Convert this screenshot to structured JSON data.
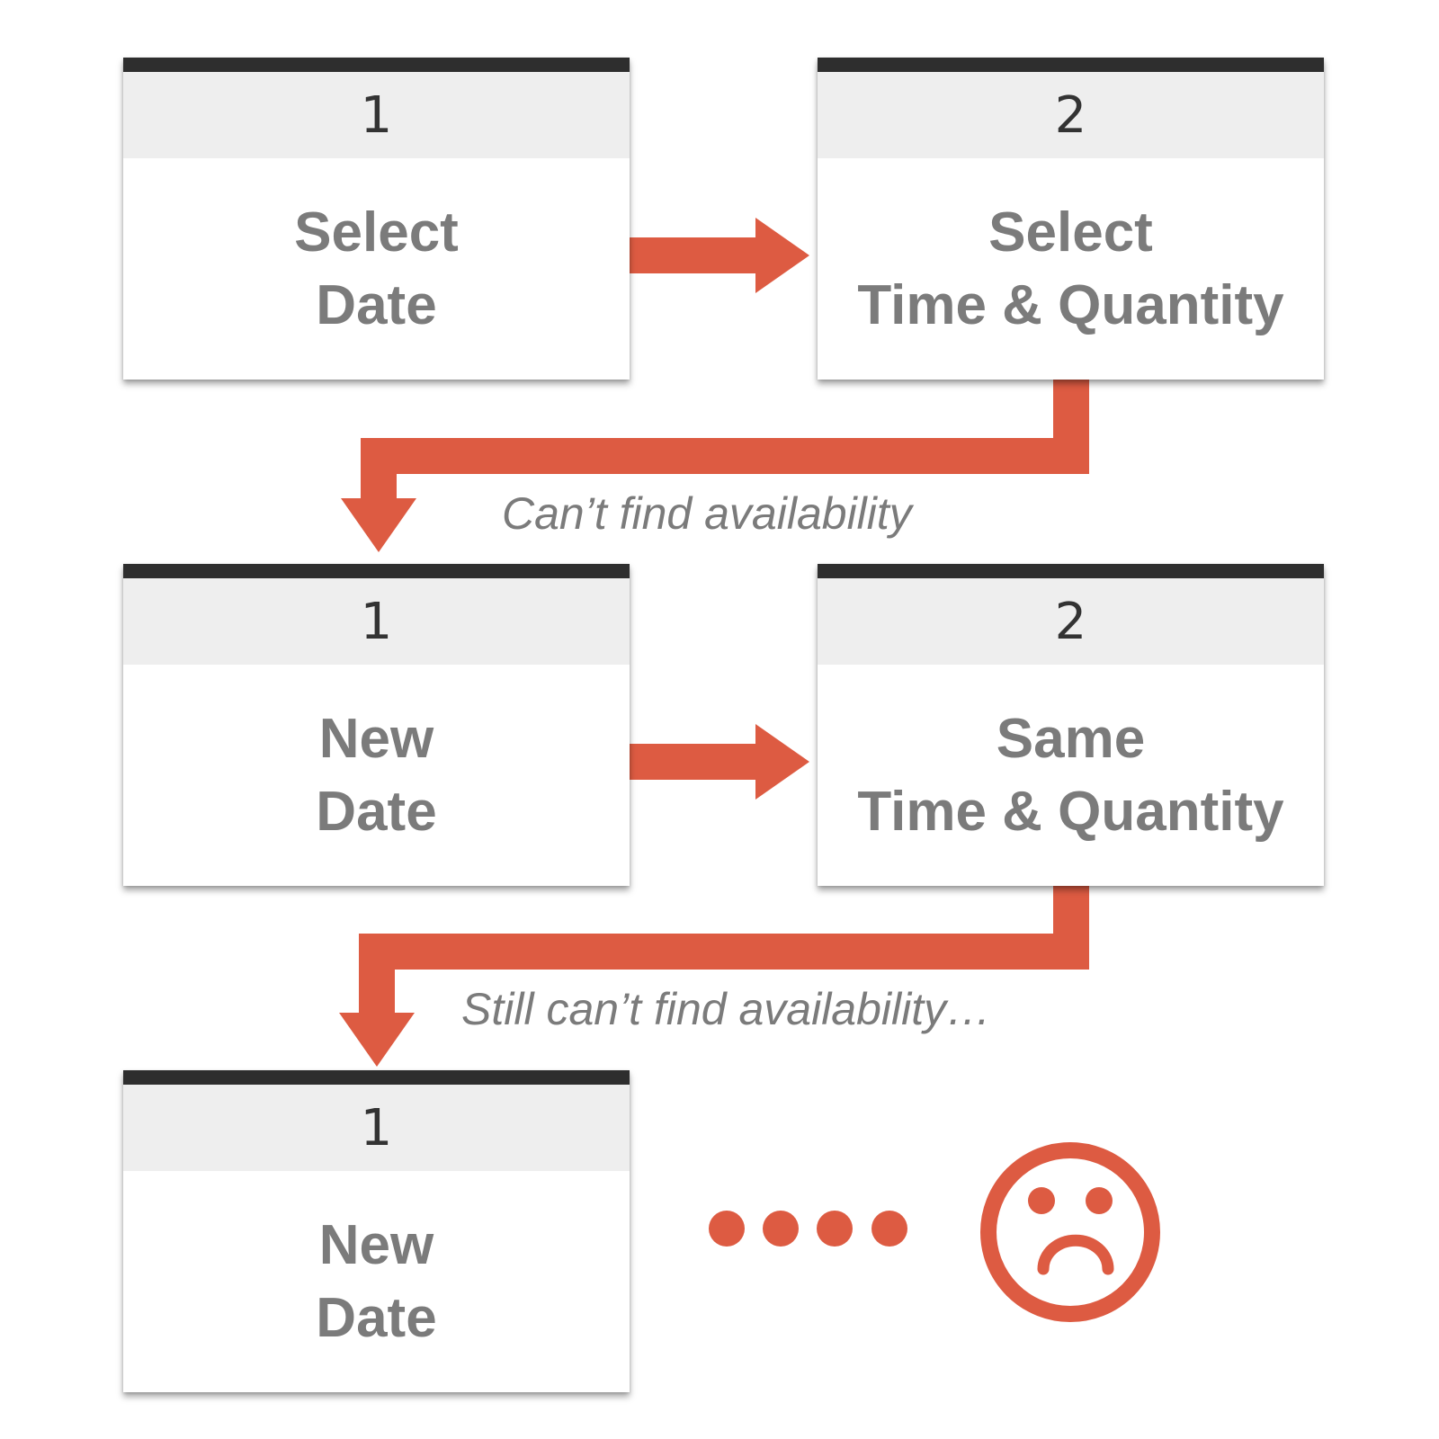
{
  "colors": {
    "accent": "#dd5b42",
    "text_grey": "#7b7b7b",
    "header_bar": "#2e2e2e",
    "header_bg": "#eeeeee"
  },
  "steps": [
    {
      "number": "1",
      "line1": "Select",
      "line2": "Date"
    },
    {
      "number": "2",
      "line1": "Select",
      "line2": "Time & Quantity"
    },
    {
      "number": "1",
      "line1": "New",
      "line2": "Date"
    },
    {
      "number": "2",
      "line1": "Same",
      "line2": "Time & Quantity"
    },
    {
      "number": "1",
      "line1": "New",
      "line2": "Date"
    }
  ],
  "notes": [
    "Can’t find availability",
    "Still can’t find availability…"
  ],
  "end_icon": "sad-face-icon",
  "ellipsis_icon": "dots-icon"
}
